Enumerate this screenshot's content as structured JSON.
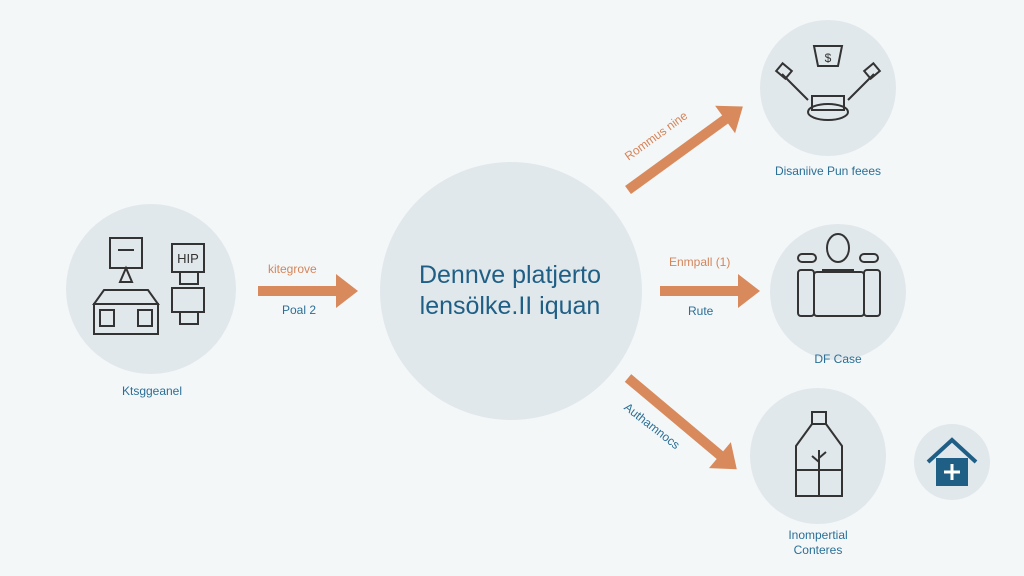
{
  "center": {
    "line1": "Dennve platjerto",
    "line2": "lensölke.II iquan"
  },
  "left_node": {
    "label": "Ktsggeanel",
    "icon_text": "HIP"
  },
  "left_arrow": {
    "top": "kitegrove",
    "bottom": "Poal 2"
  },
  "top_arrow": {
    "label": "Rommus nine"
  },
  "mid_arrow": {
    "top": "Enmpall (1)",
    "bottom": "Rute"
  },
  "bottom_arrow": {
    "label": "Authamnocs"
  },
  "nodes": [
    {
      "label": "Disaniive Pun feees",
      "icon_text": "$"
    },
    {
      "label": "DF Case"
    },
    {
      "label_line1": "Inompertial",
      "label_line2": "Conteres"
    }
  ],
  "colors": {
    "arrow": "#d88a5c",
    "text": "#2a6f97",
    "circle": "#e1e8eb",
    "home": "#1f5f86"
  }
}
